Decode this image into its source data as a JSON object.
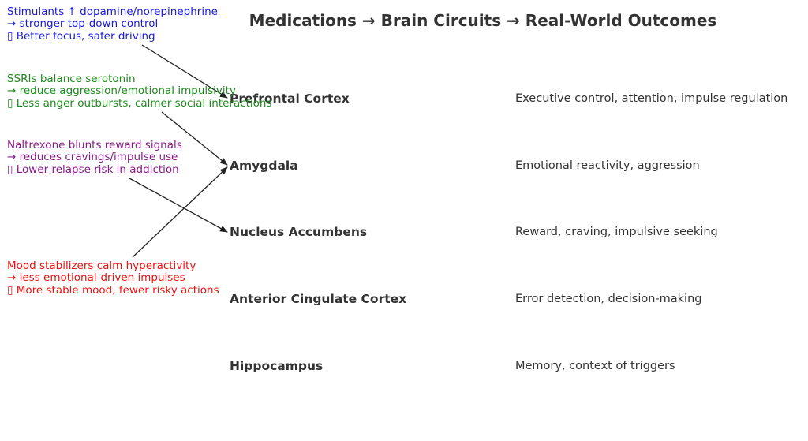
{
  "title": "Medications → Brain Circuits → Real-World Outcomes",
  "regions": [
    {
      "name": "Prefrontal Cortex",
      "function": "Executive control, attention, impulse regulation"
    },
    {
      "name": "Amygdala",
      "function": "Emotional reactivity, aggression"
    },
    {
      "name": "Nucleus Accumbens",
      "function": "Reward, craving, impulsive seeking"
    },
    {
      "name": "Anterior Cingulate Cortex",
      "function": "Error detection, decision-making"
    },
    {
      "name": "Hippocampus",
      "function": "Memory, context of triggers"
    }
  ],
  "medications": [
    {
      "lines": [
        "Stimulants ↑ dopamine/norepinephrine",
        "→ stronger top-down control",
        "▯ Better focus, safer driving"
      ],
      "color": "#1a1adb",
      "target": "Prefrontal Cortex"
    },
    {
      "lines": [
        "SSRIs balance serotonin",
        "→ reduce aggression/emotional impulsivity",
        "▯ Less anger outbursts, calmer social interactions"
      ],
      "color": "#1e8a1e",
      "target": "Amygdala"
    },
    {
      "lines": [
        "Naltrexone blunts reward signals",
        "→ reduces cravings/impulse use",
        "▯ Lower relapse risk in addiction"
      ],
      "color": "#8b1a8b",
      "target": "Nucleus Accumbens"
    },
    {
      "lines": [
        "Mood stabilizers calm hyperactivity",
        "→ less emotional-driven impulses",
        "▯ More stable mood, fewer risky actions"
      ],
      "color": "#ee1111",
      "target": "Amygdala"
    }
  ]
}
